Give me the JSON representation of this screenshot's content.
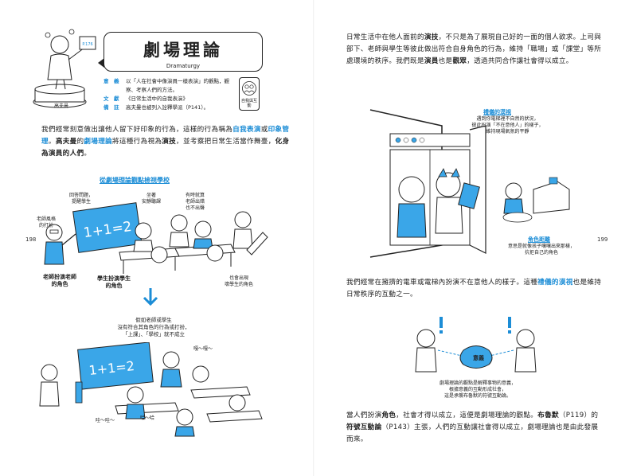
{
  "left_page": {
    "page_number": "198",
    "statue_name": "高夫曼",
    "title": {
      "main": "劇場理論",
      "sub": "Dramaturgy",
      "tag": "P.176"
    },
    "meta": [
      {
        "key": "意　義",
        "value": "以「人在社會中像演員一樣表演」的觀點，觀察、考察人們的方法。"
      },
      {
        "key": "文　獻",
        "value": "《日常生活中的自我表演》"
      },
      {
        "key": "備　註",
        "value": "高夫曼也被列入詮釋學派（P141）。"
      }
    ],
    "related_label": "自我與互動",
    "paragraph": {
      "parts": [
        {
          "t": "我們經常刻意做出讓他人留下好印象的行為，這樣的行為稱為",
          "s": ""
        },
        {
          "t": "自我表演",
          "s": "hl"
        },
        {
          "t": "或",
          "s": ""
        },
        {
          "t": "印象管理",
          "s": "hl"
        },
        {
          "t": "。",
          "s": ""
        },
        {
          "t": "高夫曼",
          "s": "bold"
        },
        {
          "t": "的",
          "s": ""
        },
        {
          "t": "劇場理論",
          "s": "hl"
        },
        {
          "t": "將這種行為視為",
          "s": ""
        },
        {
          "t": "演技",
          "s": "bold"
        },
        {
          "t": "，並考察把日常生活當作舞臺，",
          "s": ""
        },
        {
          "t": "化身為演員的人們",
          "s": "bold"
        },
        {
          "t": "。",
          "s": ""
        }
      ]
    },
    "illustration": {
      "heading": "從劇場理論觀點檢視學校",
      "board_text": "1+1=2",
      "labels": {
        "answer": "回答問題，\n提醒學生",
        "quiet": "坐著\n安靜聽課",
        "sleeping": "有時就算\n老師出錯\n也不出聲",
        "teacher_style": "老師風格\n的打扮",
        "teacher_role": "老師扮演老師\n的角色",
        "student_role": "學生扮演學生\n的角色",
        "also_student": "也會出現\n壞學生的角色",
        "if_not": "假如老師或學生\n沒有符合其角色的行為或打扮，\n「上課」、「學校」就不成立",
        "noise": "嘎～嘎～",
        "wa": "哇～哇～",
        "ha": "哈～哈"
      }
    }
  },
  "right_page": {
    "page_number": "199",
    "paragraph1": {
      "parts": [
        {
          "t": "日常生活中在他人面前的",
          "s": ""
        },
        {
          "t": "演技",
          "s": "bold"
        },
        {
          "t": "，不只是為了展現自己好的一面的個人欲求。上司與部下、老師與學生等彼此做出符合自身角色的行為，維持「職場」或「課堂」等所處環境的秩序。我們既是",
          "s": ""
        },
        {
          "t": "演員",
          "s": "bold"
        },
        {
          "t": "也是",
          "s": ""
        },
        {
          "t": "觀眾",
          "s": "bold"
        },
        {
          "t": "，透過共同合作讓社會得以成立。",
          "s": ""
        }
      ]
    },
    "elevator": {
      "title": "禮儀的漠視",
      "text": "遇到你電梯裡不自然的狀況，\n彼此扮演「不在意他人」的樣子，\n維持現場氣氛的平靜",
      "role_title": "角色距離",
      "role_text": "意思是就像孩子嚷嚷出來那樣，\n抗拒自己的角色"
    },
    "paragraph2": {
      "parts": [
        {
          "t": "我們經常在擁擠的電車或電梯內扮演不在意他人的樣子。這種",
          "s": ""
        },
        {
          "t": "禮儀的漠視",
          "s": "hl"
        },
        {
          "t": "也是維持日常秩序的互動之一。",
          "s": ""
        }
      ]
    },
    "meaning": {
      "bubble": "意義",
      "caption": "劇場理論的觀點是解釋事物的意義，\n根據意義的互動形成社會，\n這是承襲布魯默的符號互動論。"
    },
    "paragraph3": {
      "parts": [
        {
          "t": "當人們扮演",
          "s": ""
        },
        {
          "t": "角色",
          "s": "bold"
        },
        {
          "t": "，社會才得以成立，這便是劇場理論的觀點。",
          "s": ""
        },
        {
          "t": "布魯默",
          "s": "bold"
        },
        {
          "t": "（P119）的",
          "s": ""
        },
        {
          "t": "符號互動論",
          "s": "bold"
        },
        {
          "t": "（P143）主張，人們的互動讓社會得以成立，劇場理論也是由此發展而來。",
          "s": ""
        }
      ]
    }
  },
  "colors": {
    "accent": "#1c8dd6",
    "accent_fill": "#3aa6e8",
    "ink": "#222222"
  }
}
